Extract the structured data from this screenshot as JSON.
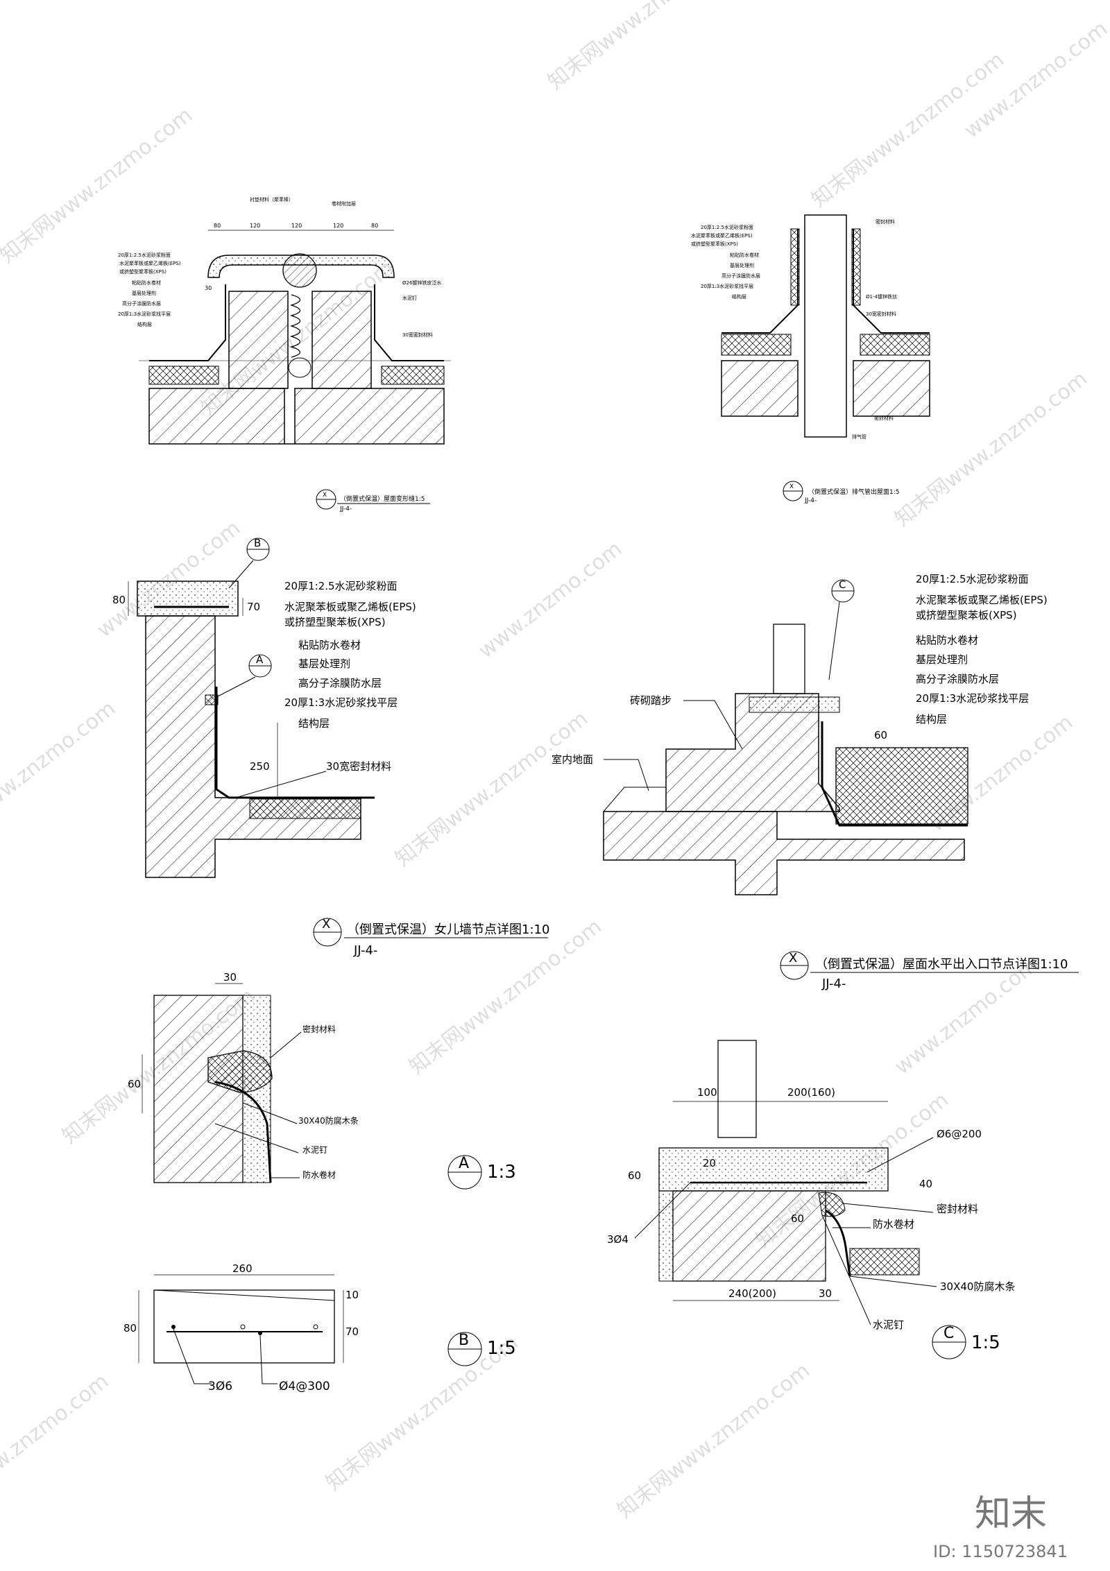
{
  "details": {
    "d1": {
      "labels": {
        "top_left": "衬垫材料（聚苯棒）",
        "top_right": "卷材附加层",
        "l1": "20厚1:2.5水泥砂浆粉面",
        "l2": "水泥聚苯板或聚乙烯板(EPS)",
        "l3": "或挤塑型聚苯板(XPS)",
        "l4": "粘贴防水卷材",
        "l5": "基层处理剂",
        "l6": "高分子涂膜防水层",
        "l7": "20厚1:3水泥砂浆找平层",
        "l8": "结构层",
        "r1": "Ø26镀锌铁皮泛水",
        "r2": "水泥钉",
        "r3": "30宽密封材料"
      },
      "dims": {
        "a": "80",
        "b": "120",
        "c": "120",
        "d": "120",
        "e": "80",
        "f": "30"
      },
      "title": "（倒置式保温）屋面变形缝1:5",
      "symbol_top": "X",
      "symbol_bottom": "JJ-4-"
    },
    "d2": {
      "labels": {
        "l1": "20厚1:2.5水泥砂浆粉面",
        "l2": "水泥聚苯板或聚乙烯板(EPS)",
        "l3": "或挤塑型聚苯板(XPS)",
        "l4": "粘贴防水卷材",
        "l5": "基层处理剂",
        "l6": "高分子涂膜防水层",
        "l7": "20厚1:3水泥砂浆找平层",
        "l8": "结构层",
        "r1": "密封材料",
        "r2": "Ø1-4镀锌铁丝",
        "r3": "30宽密封材料",
        "r4": "密封材料",
        "r5": "排气管"
      },
      "title": "（倒置式保温）排气管出屋面1:5",
      "symbol_top": "X",
      "symbol_bottom": "JJ-4-"
    },
    "d3": {
      "labels": {
        "l1": "20厚1:2.5水泥砂浆粉面",
        "l2": "水泥聚苯板或聚乙烯板(EPS)",
        "l3": "或挤塑型聚苯板(XPS)",
        "l4": "粘贴防水卷材",
        "l5": "基层处理剂",
        "l6": "高分子涂膜防水层",
        "l7": "20厚1:3水泥砂浆找平层",
        "l8": "结构层",
        "seal": "30宽密封材料"
      },
      "dims": {
        "h80": "80",
        "h70": "70",
        "h250": "250"
      },
      "callout_b": "B",
      "callout_a": "A",
      "title": "（倒置式保温）女儿墙节点详图1:10",
      "symbol_top": "X",
      "symbol_bottom": "JJ-4-"
    },
    "d4": {
      "labels": {
        "l1": "20厚1:2.5水泥砂浆粉面",
        "l2": "水泥聚苯板或聚乙烯板(EPS)",
        "l3": "或挤塑型聚苯板(XPS)",
        "l4": "粘贴防水卷材",
        "l5": "基层处理剂",
        "l6": "高分子涂膜防水层",
        "l7": "20厚1:3水泥砂浆找平层",
        "l8": "结构层",
        "step": "砖砌踏步",
        "floor": "室内地面"
      },
      "dims": {
        "d60": "60"
      },
      "callout_c": "C",
      "title": "（倒置式保温）屋面水平出入口节点详图1:10",
      "symbol_top": "X",
      "symbol_bottom": "JJ-4-"
    },
    "dA": {
      "labels": {
        "seal": "密封材料",
        "strip": "30X40防腐木条",
        "nail": "水泥钉",
        "membrane": "防水卷材"
      },
      "dims": {
        "w30": "30",
        "h60": "60"
      },
      "symbol": "A",
      "scale": "1:3"
    },
    "dB": {
      "dims": {
        "w260": "260",
        "h80": "80",
        "h10": "10",
        "h70": "70"
      },
      "labels": {
        "bars": "3Ø6",
        "ties": "Ø4@300"
      },
      "symbol": "B",
      "scale": "1:5"
    },
    "dC": {
      "dims": {
        "w100": "100",
        "w200": "200(160)",
        "h60": "60",
        "h20": "20",
        "h40": "40",
        "v60": "60",
        "w30": "30",
        "w240": "240(200)"
      },
      "labels": {
        "rebar": "Ø6@200",
        "seal": "密封材料",
        "membrane": "防水卷材",
        "bars": "3Ø4",
        "nail": "水泥钉",
        "strip": "30X40防腐木条"
      },
      "symbol": "C",
      "scale": "1:5"
    }
  },
  "watermark": {
    "text": "知末网www.znzmo.com",
    "text2": "www.znzmo.com"
  },
  "brand": {
    "logo": "知末",
    "id": "ID: 1150723841"
  },
  "colors": {
    "ink": "#000000",
    "watermark": "#b8b8b8",
    "brand": "#777777"
  }
}
